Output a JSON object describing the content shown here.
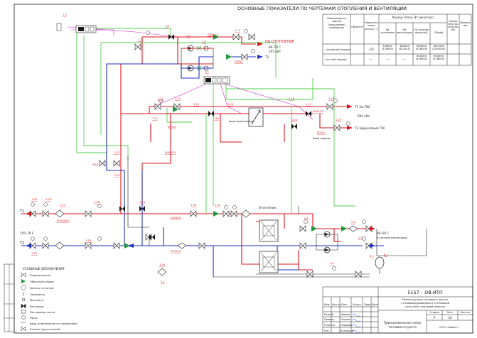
{
  "colors": {
    "supply": "#d8141b",
    "return": "#1f2fc2",
    "green": "#4fcf4a",
    "magenta": "#c828c8",
    "dark": "#1a1a1a",
    "valve_green": "#1f9a3a"
  },
  "header": {
    "title": "ОСНОВНЫЕ ПОКАЗАТЕЛИ ПО ЧЕРТЕЖАМ ОТОПЛЕНИЯ И ВЕНТИЛЯЦИИ"
  },
  "indicators_table": {
    "head": {
      "name": "Наименование здания (сооружения) помещения",
      "volume": "Объем м³",
      "temp": "Наружная темпе-ратура, °С",
      "heat_group": "Расход тепла, Вт (ккал/час)",
      "heating": "На отопление",
      "ventilation": "На вентиляцию",
      "hot_water": "На горячее водоснаб.",
      "total": "Общий",
      "power": "Расход электро-энергии, кВт",
      "note": "Примеча-ние"
    },
    "rows": [
      {
        "name": "– холодный период",
        "temp": "–23",
        "heating": "206000 (178000)",
        "ventilation": "480000 (424141)",
        "hot_water": "600000 (516000)",
        "total": "1457000 (1253000)"
      },
      {
        "name": "– летний период",
        "temp": "—",
        "heating": "—",
        "ventilation": "—",
        "hot_water": "600000 (516000)",
        "total": "600000 (516000)"
      }
    ]
  },
  "scheme": {
    "heating_out_label": "НА ОТОПЛЕНИЕ",
    "heating_out_temp": "80–70 C",
    "heating_out_power": "205 кВт.",
    "t1_label": "T1",
    "t2_label": "T2",
    "t1_right_label": "T1 На ГВС",
    "t2_right_label": "T2 Циркуляция ГВС",
    "gvs_power": "600 кВт.",
    "main_temp": "150–70 C",
    "vent_label": "80–60 C",
    "vent_sub": "В систему вентиляции",
    "heat_exch_label": "Отопление",
    "cold_water_label": "вода водопровода",
    "cold_water_label2": "Вода водопр.",
    "tags": {
      "t1": "1.5",
      "t2": "1.6",
      "t3": "1.7",
      "t4": "1.8",
      "t5": "1.9",
      "t6": "1.10",
      "t7": "1.11",
      "t8": "1.12",
      "t9": "1.13",
      "t10": "1.14",
      "t11": "1.15",
      "t12": "1.16",
      "t13": "1.17",
      "t14": "1.18",
      "t15": "1.19",
      "t16": "1.20",
      "t17": "1.21",
      "t18": "1.22",
      "t19": "1.23",
      "t20": "1.24",
      "t21": "1.25",
      "t22": "1.26",
      "t23": "1.27",
      "t24": "1.28",
      "t25": "1.29",
      "t26": "1.30",
      "t27": "1.31",
      "t28": "1.32",
      "t29": "1.33",
      "t30": "1.34",
      "t31": "2.1",
      "t32": "2.2",
      "t33": "2.3",
      "t34": "2.4",
      "t35": "3.1",
      "t36": "3.2",
      "t37": "6.2",
      "t38": "6.1"
    },
    "pipe_labels": {
      "p1": "Ø89x3.5",
      "p2": "Ø76x3",
      "p3": "Ø57x3",
      "p4": "Ø45x2.5",
      "p5": "Ø32x2.5",
      "p6": "Ø25x2",
      "p7": "Ø108x4",
      "p8": "Ø133x4",
      "p9": "Ø159x4.5"
    }
  },
  "legend": {
    "title": "УСЛОВНЫЕ ОБОЗНАЧЕНИЯ",
    "items": [
      "Задвижка/кран",
      "Обратный клапан",
      "Фильтр сетчатый",
      "Термометр",
      "Манометр",
      "Регулятор",
      "Расходомер тепла",
      "Насос",
      "Ввод (ответвление на соединение)",
      "Клапан (дроссельный)"
    ]
  },
  "title_block": {
    "code": "5157 – ОВ-ИТП",
    "project_line1": "Реконструкция теплового пункта",
    "project_line2": "с переоборудованием и установкой",
    "project_line3": "узла учёта тепловой энергии",
    "stage_head": "Стадия",
    "sheet_head": "Лист",
    "sheets_head": "Листов",
    "stage": "Р",
    "sheet": "10",
    "drawing_name1": "Принципиальная схема",
    "drawing_name2": "теплового пункта",
    "company": "ООО «Проект»",
    "roles": [
      {
        "role": "Разраб.",
        "name": "Иванов"
      },
      {
        "role": "Провер.",
        "name": "Петров"
      },
      {
        "role": "Н.контр.",
        "name": "Сидоров"
      },
      {
        "role": "Утв.",
        "name": "Кузнецов"
      }
    ],
    "head_cells": [
      "Изм.",
      "Кол.уч",
      "Лист",
      "№ док.",
      "Подп.",
      "Дата"
    ]
  }
}
